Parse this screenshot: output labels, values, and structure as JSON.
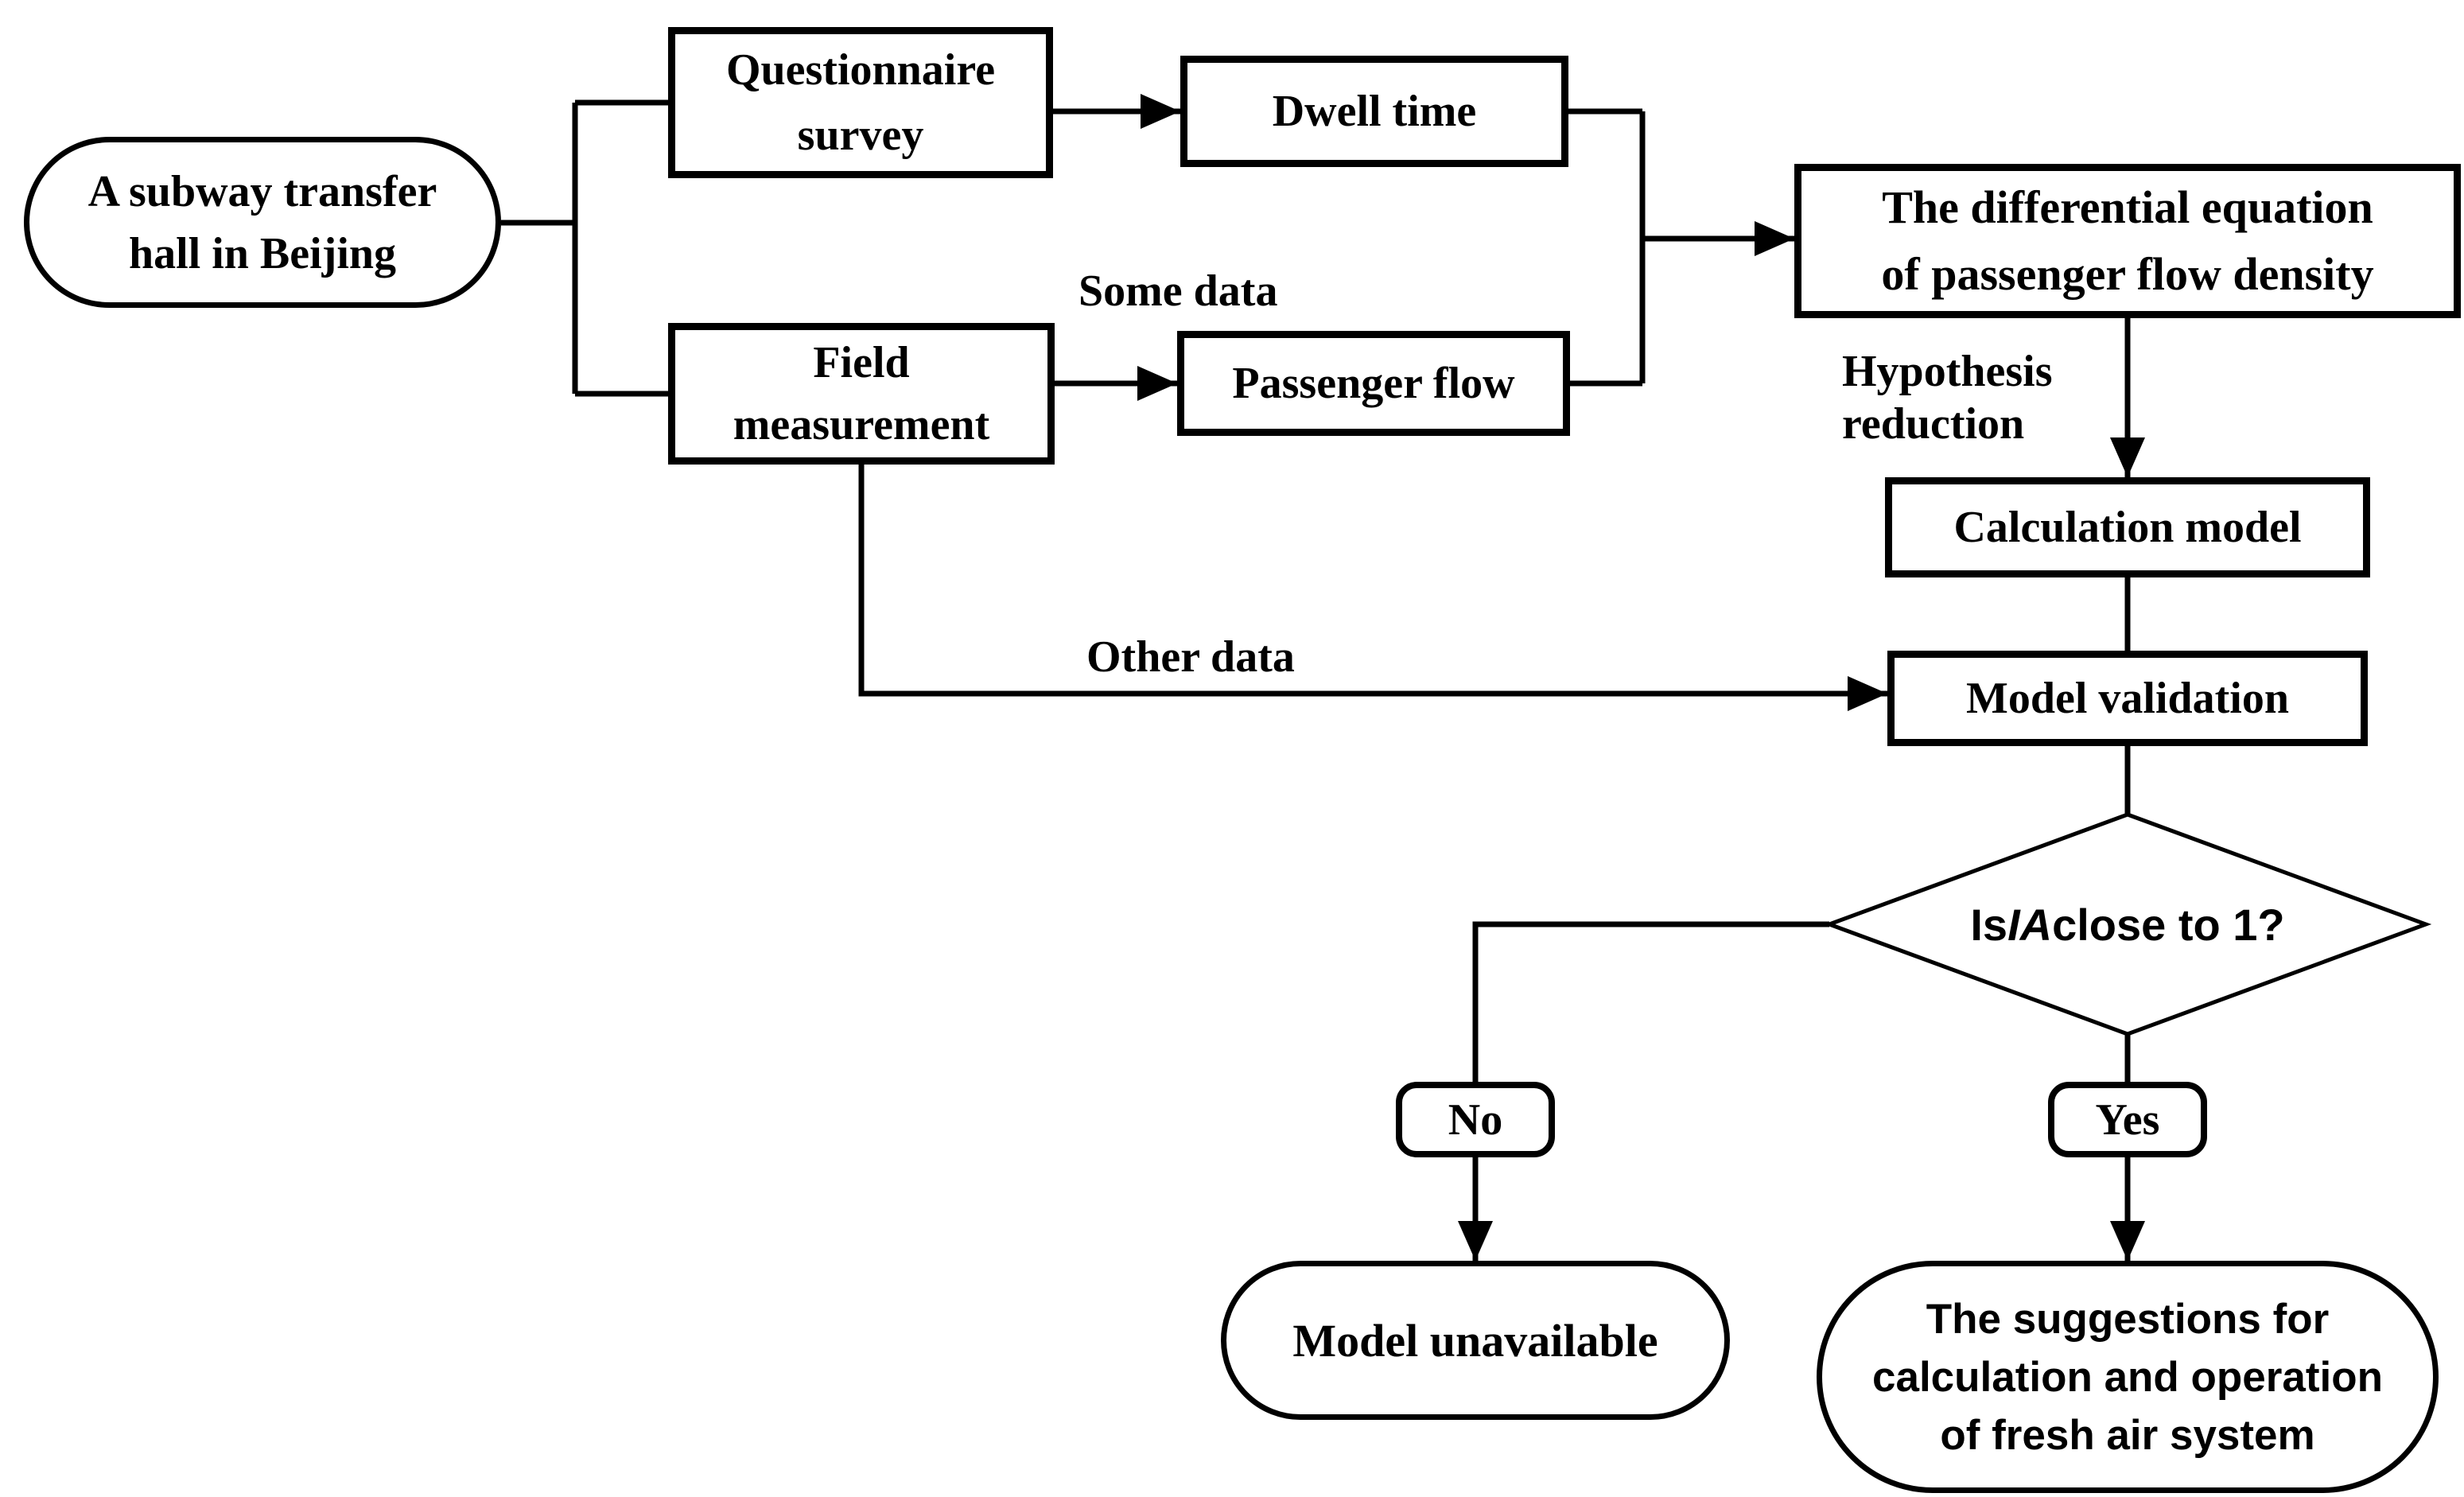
{
  "canvas": {
    "background": "#ffffff",
    "line_color": "#000000",
    "fill_color": "#ffffff"
  },
  "nodes": {
    "source": {
      "shape": "stadium",
      "lines": [
        "A subway transfer",
        "hall in Beijing"
      ]
    },
    "questionnaire": {
      "shape": "rect",
      "lines": [
        "Questionnaire",
        "survey"
      ]
    },
    "dwell": {
      "shape": "rect",
      "lines": [
        "Dwell time"
      ]
    },
    "field": {
      "shape": "rect",
      "lines": [
        "Field",
        "measurement"
      ]
    },
    "passenger": {
      "shape": "rect",
      "lines": [
        "Passenger flow"
      ]
    },
    "diffeq": {
      "shape": "rect",
      "lines": [
        "The differential equation",
        "of passenger flow density"
      ]
    },
    "calc": {
      "shape": "rect",
      "lines": [
        "Calculation model"
      ]
    },
    "validation": {
      "shape": "rect",
      "lines": [
        "Model validation"
      ]
    },
    "decision": {
      "shape": "diamond",
      "pre": "Is ",
      "var": "IA",
      "post": " close to 1?"
    },
    "no": {
      "shape": "rounded",
      "lines": [
        "No"
      ]
    },
    "yes": {
      "shape": "rounded",
      "lines": [
        "Yes"
      ]
    },
    "unavailable": {
      "shape": "stadium",
      "lines": [
        "Model unavailable"
      ]
    },
    "suggestions": {
      "shape": "stadium",
      "lines": [
        "The suggestions for",
        "calculation and operation",
        "of fresh air system"
      ]
    }
  },
  "edge_labels": {
    "some_data": "Some data",
    "other_data": "Other data",
    "hypothesis": {
      "lines": [
        "Hypothesis",
        "reduction"
      ]
    }
  }
}
